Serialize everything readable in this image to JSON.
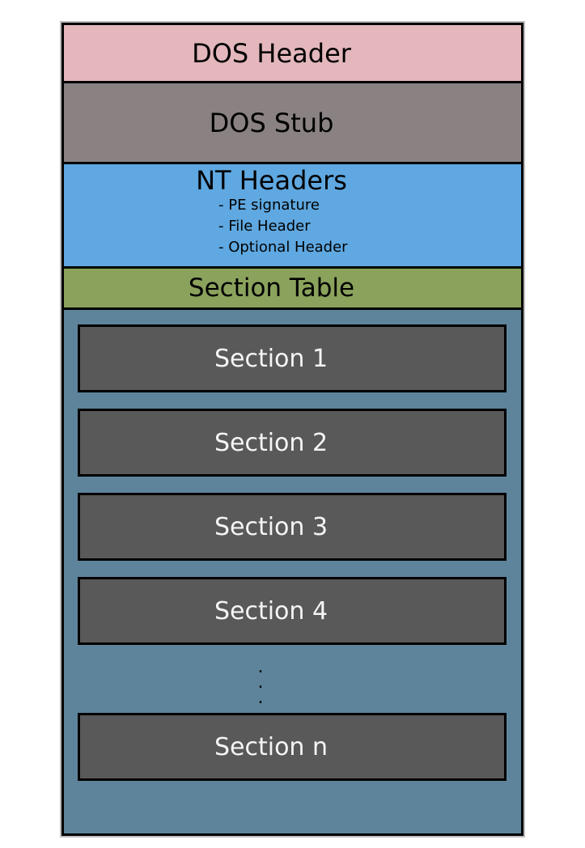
{
  "colors": {
    "dos_header_bg": "#e3b7bc",
    "dos_stub_bg": "#898182",
    "nt_headers_bg": "#5fa8e1",
    "section_table_bg": "#8ba25c",
    "sections_area_bg": "#5e849b",
    "section_box_bg": "#595959",
    "border": "#000000",
    "band_label_text": "#000000",
    "section_label_text": "#f5f5f5"
  },
  "blocks": {
    "dos_header": {
      "label": "DOS Header"
    },
    "dos_stub": {
      "label": "DOS Stub"
    },
    "nt_headers": {
      "label": "NT Headers",
      "items": [
        "- PE signature",
        "- File Header",
        "- Optional Header"
      ]
    },
    "section_table": {
      "label": "Section Table"
    },
    "sections": {
      "items": [
        "Section 1",
        "Section 2",
        "Section 3",
        "Section 4",
        "Section n"
      ],
      "ellipsis": [
        ".",
        ".",
        "."
      ]
    }
  }
}
